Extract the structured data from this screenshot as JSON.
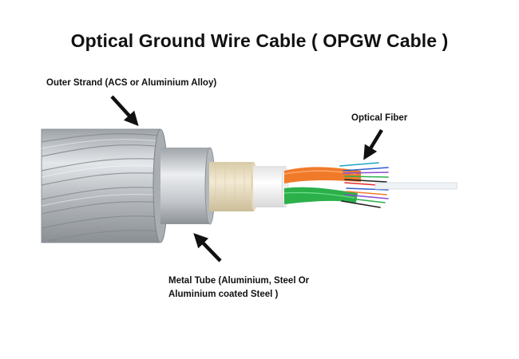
{
  "diagram": {
    "title": "Optical Ground Wire Cable ( OPGW Cable )",
    "labels": {
      "outer_strand": "Outer Strand (ACS or Aluminium Alloy)",
      "optical_fiber": "Optical Fiber",
      "metal_tube_line1": "Metal Tube (Aluminium, Steel Or",
      "metal_tube_line2": "Aluminium coated Steel )"
    },
    "colors": {
      "text": "#111111",
      "arrow": "#111111",
      "strand": "#b9bdc2",
      "metal_tube": "#c9cdd1",
      "tape": "#e8dcc0",
      "jacket": "#f4f4f4",
      "fiber_orange": "#f07a2a",
      "fiber_green": "#2bb04a",
      "fiber_blue": "#2f5fcf"
    }
  }
}
